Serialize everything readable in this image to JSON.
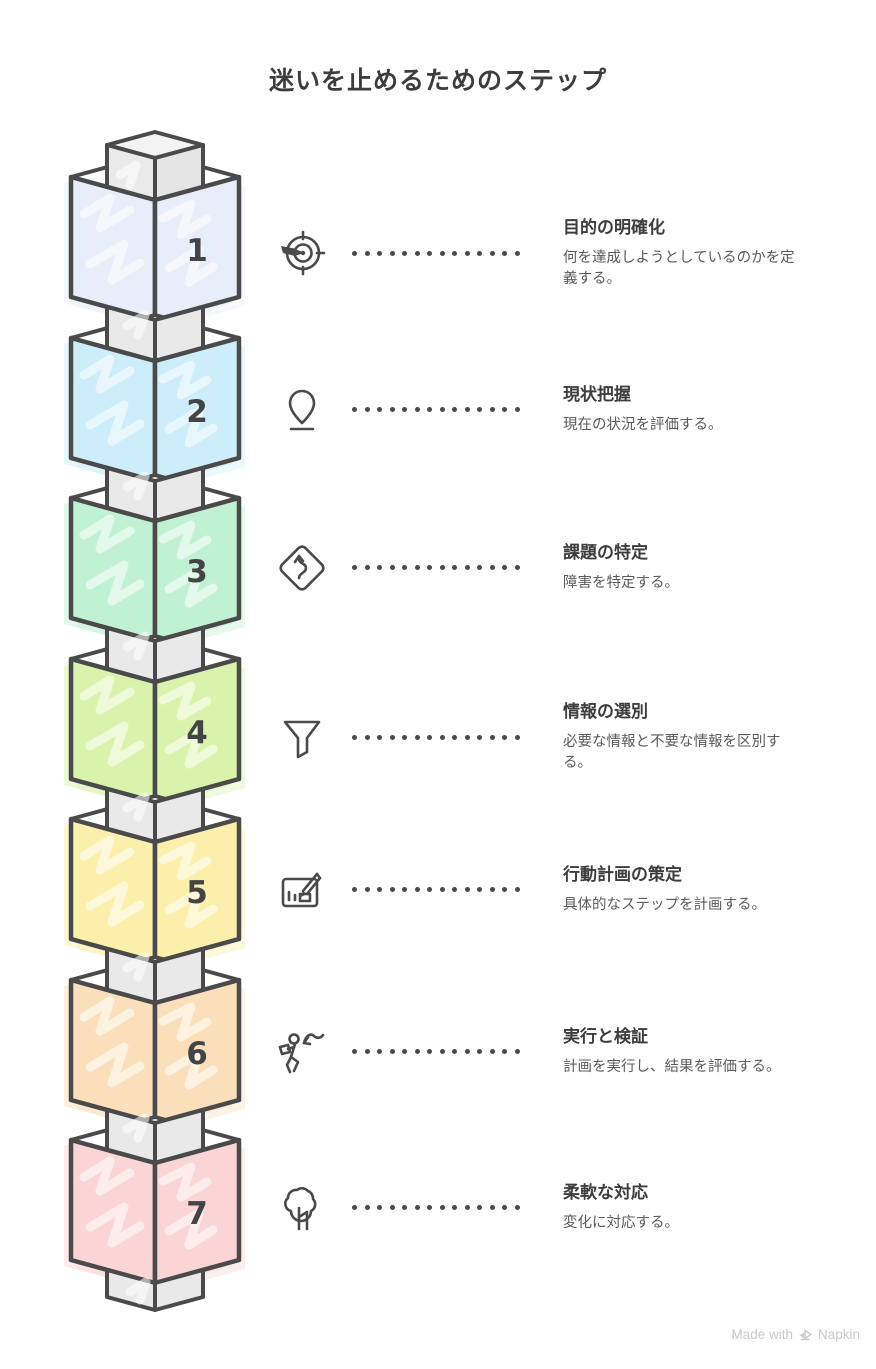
{
  "title": "迷いを止めるためのステップ",
  "steps": [
    {
      "number": "1",
      "color": "#e8edfa",
      "icon": "target-icon",
      "title": "目的の明確化",
      "description": "何を達成しようとしているのかを定義する。"
    },
    {
      "number": "2",
      "color": "#cdedfa",
      "icon": "map-pin-icon",
      "title": "現状把握",
      "description": "現在の状況を評価する。"
    },
    {
      "number": "3",
      "color": "#c1f1d3",
      "icon": "winding-road-icon",
      "title": "課題の特定",
      "description": "障害を特定する。"
    },
    {
      "number": "4",
      "color": "#d9f3ac",
      "icon": "funnel-icon",
      "title": "情報の選別",
      "description": "必要な情報と不要な情報を区別する。"
    },
    {
      "number": "5",
      "color": "#fbefab",
      "icon": "plan-pencil-icon",
      "title": "行動計画の策定",
      "description": "具体的なステップを計画する。"
    },
    {
      "number": "6",
      "color": "#fbdfba",
      "icon": "running-person-icon",
      "title": "実行と検証",
      "description": "計画を実行し、結果を評価する。"
    },
    {
      "number": "7",
      "color": "#fbd5d5",
      "icon": "tree-icon",
      "title": "柔軟な対応",
      "description": "変化に対応する。"
    }
  ],
  "colors": {
    "outline": "#4a4a4a",
    "post_fill": "#e9e9e9",
    "cube_top_fill": "#f3f3f3",
    "rim_fill": "#ffffff",
    "number_color": "#444444",
    "dots": "#4a4a4a",
    "title_text": "#3d3d3d",
    "body_text": "#5a5a5a",
    "watermark_text": "#c9c9c9"
  },
  "footer": {
    "made_with": "Made with",
    "brand": "Napkin"
  }
}
